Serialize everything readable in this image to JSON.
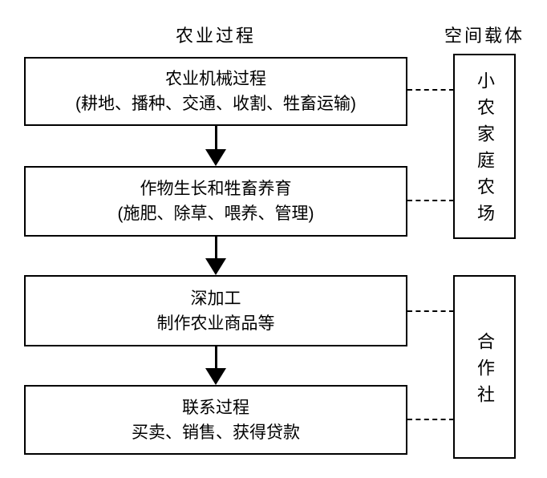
{
  "diagram": {
    "left_column_header": "农业过程",
    "right_column_header": "空间载体",
    "process_boxes": [
      {
        "title": "农业机械过程",
        "subtitle": "(耕地、播种、交通、收割、牲畜运输)"
      },
      {
        "title": "作物生长和牲畜养育",
        "subtitle": "(施肥、除草、喂养、管理)"
      },
      {
        "title": "深加工",
        "subtitle": "制作农业商品等"
      },
      {
        "title": "联系过程",
        "subtitle": "买卖、销售、获得贷款"
      }
    ],
    "carrier_boxes": [
      {
        "label": "小农家庭农场",
        "linked_processes": [
          "农业机械过程",
          "作物生长和牲畜养育"
        ]
      },
      {
        "label": "合作社",
        "linked_processes": [
          "深加工",
          "联系过程"
        ]
      }
    ],
    "colors": {
      "line": "#000000",
      "text": "#000000",
      "background": "#ffffff"
    }
  }
}
